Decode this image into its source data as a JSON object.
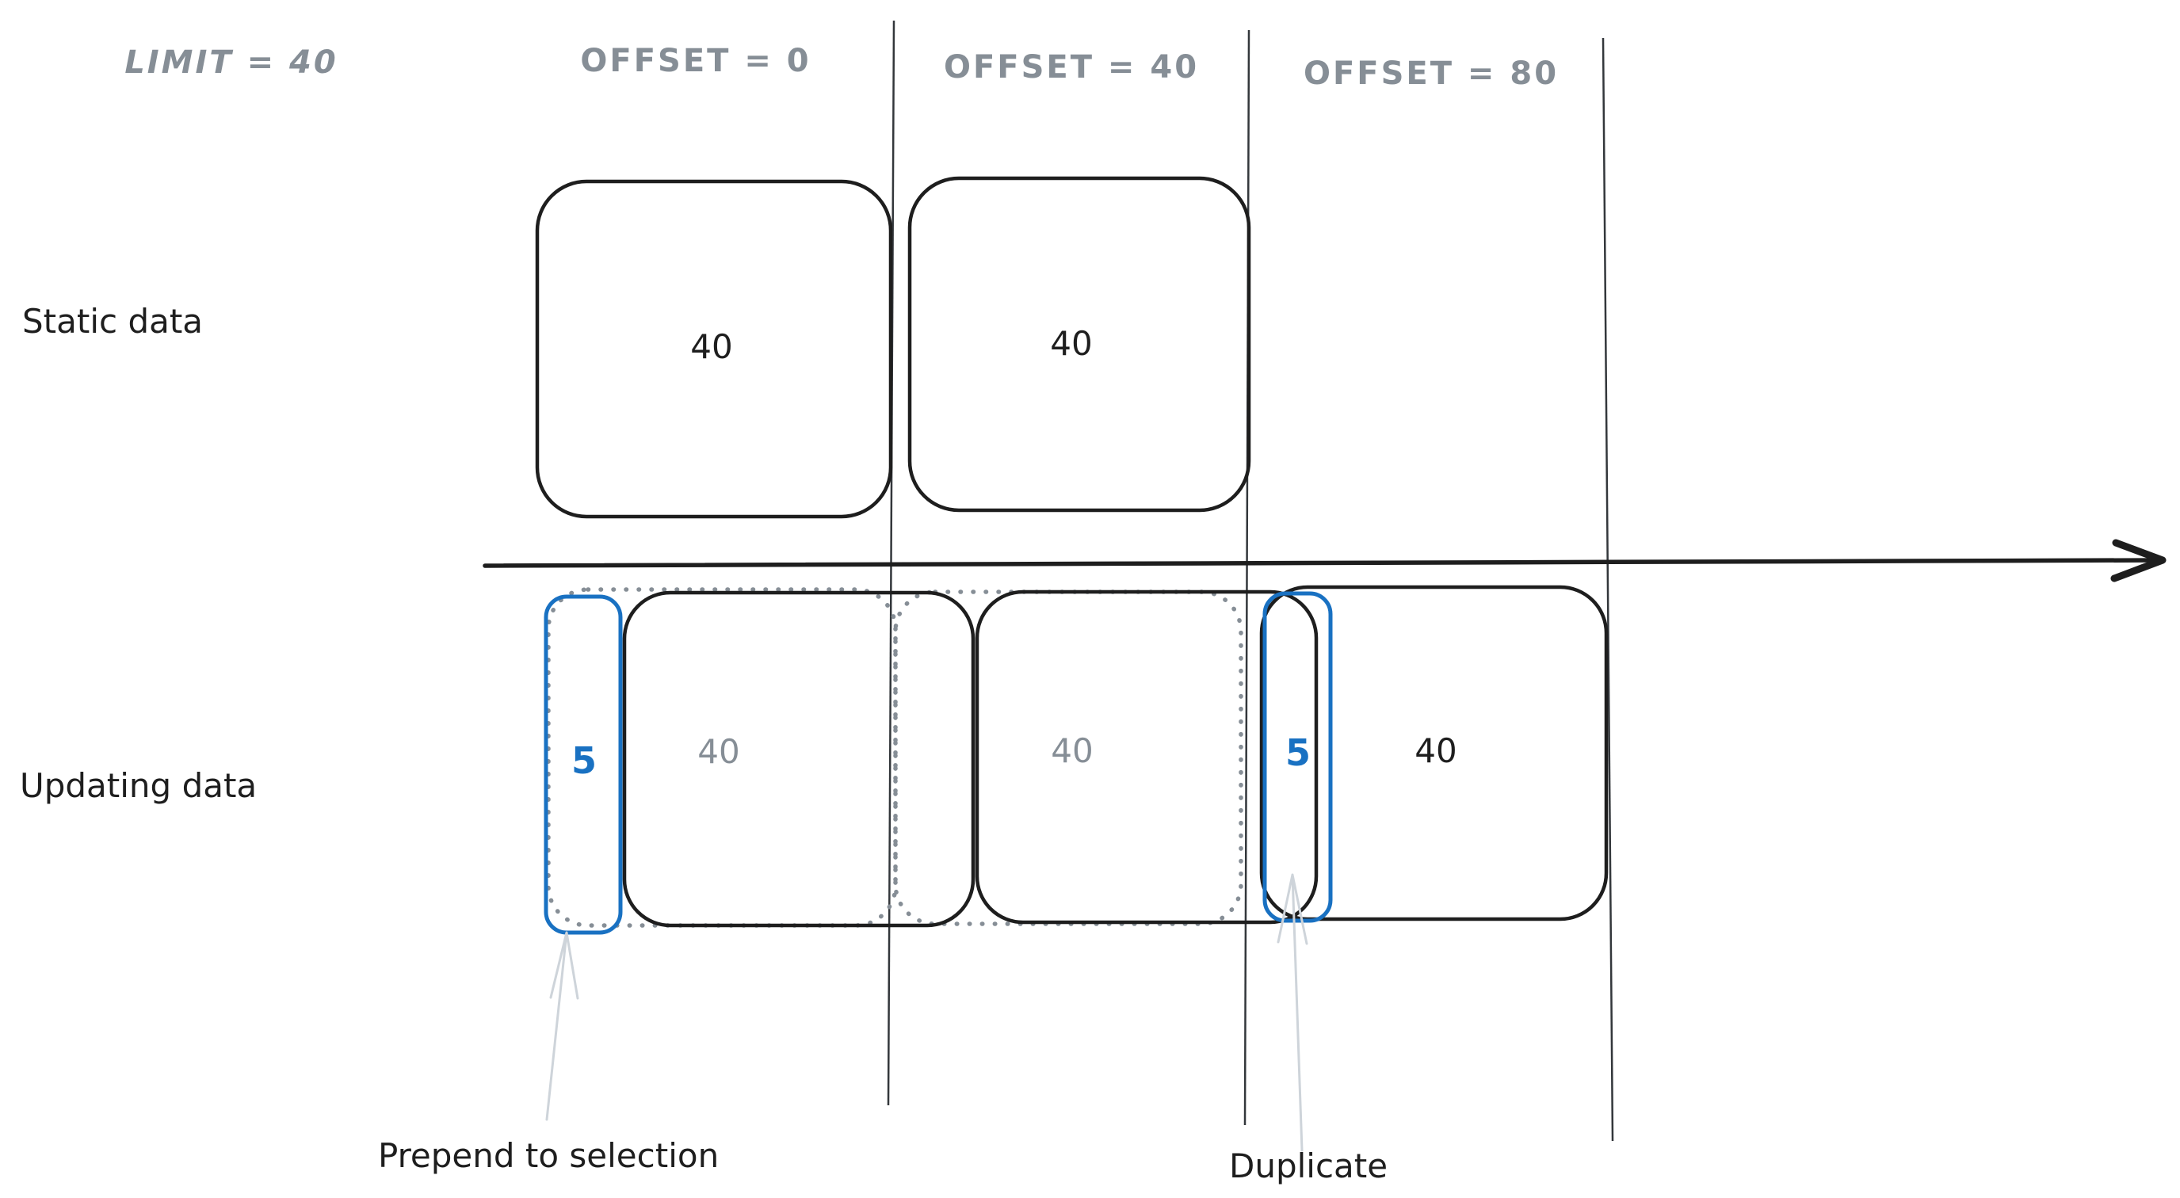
{
  "header": {
    "limit": "LIMIT = 40",
    "offsets": [
      "OFFSET = 0",
      "OFFSET = 40",
      "OFFSET = 80"
    ]
  },
  "rows": {
    "static": "Static data",
    "updating": "Updating data"
  },
  "static_row": {
    "pages": [
      {
        "count": "40"
      },
      {
        "count": "40"
      }
    ]
  },
  "updating_row": {
    "prepended_count": "5",
    "page1_count": "40",
    "page2_count": "40",
    "duplicate_count": "5",
    "page3_count": "40"
  },
  "annotations": {
    "prepend": "Prepend to selection",
    "duplicate": "Duplicate"
  },
  "colors": {
    "accent_blue": "#1971c2",
    "muted_gray": "#868e96",
    "ink": "#1e1e1e",
    "arrow_gray": "#ced4da"
  }
}
